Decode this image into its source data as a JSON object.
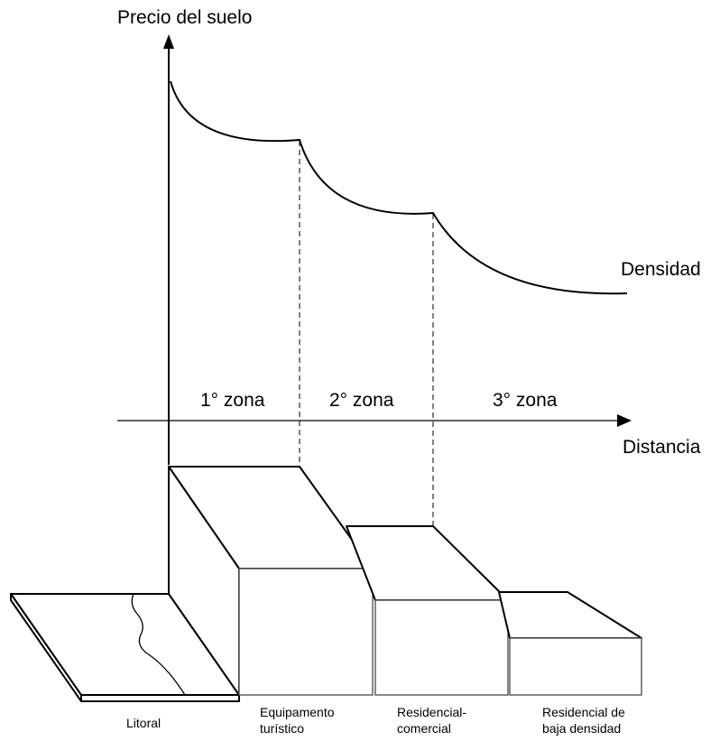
{
  "axes": {
    "y_label": "Precio del suelo",
    "x_label": "Distancia"
  },
  "curve": {
    "label": "Densidad"
  },
  "zones": [
    {
      "label": "1° zona"
    },
    {
      "label": "2° zona"
    },
    {
      "label": "3° zona"
    }
  ],
  "blocks": {
    "litoral": "Litoral",
    "equipamento": [
      "Equipamento",
      "turístico"
    ],
    "residencial_comercial": [
      "Residencial-",
      "comercial"
    ],
    "residencial_baja": [
      "Residencial de",
      "baja densidad"
    ]
  }
}
